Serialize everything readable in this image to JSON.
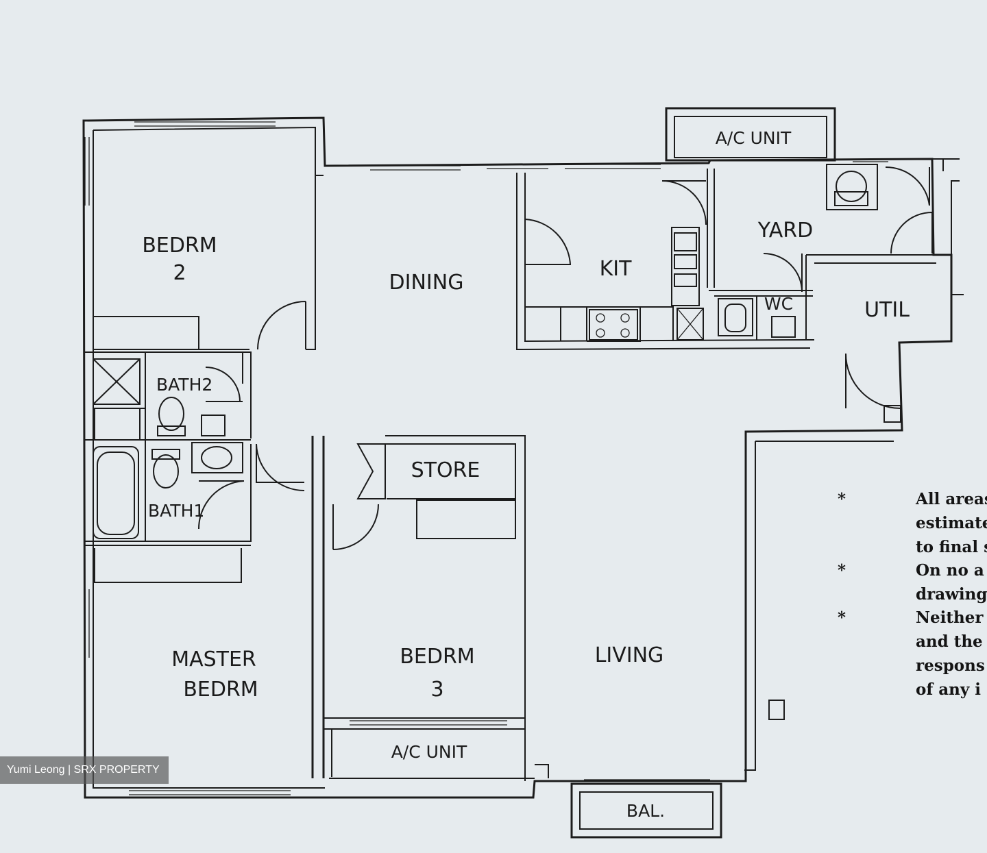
{
  "rooms": {
    "bedroom2": [
      "BEDRM",
      "2"
    ],
    "dining": "DINING",
    "kitchen": "KIT",
    "yard": "YARD",
    "wc": "WC",
    "utility": "UTIL",
    "ac_unit_top": "A/C UNIT",
    "bath2": "BATH2",
    "bath1": "BATH1",
    "store": "STORE",
    "master_bedroom": [
      "MASTER",
      "BEDRM"
    ],
    "bedroom3": [
      "BEDRM",
      "3"
    ],
    "living": "LIVING",
    "ac_unit_bottom": "A/C UNIT",
    "balcony": "BAL."
  },
  "notes": [
    {
      "bullet": "*",
      "lines": [
        "All areas",
        "estimate",
        "to final s"
      ]
    },
    {
      "bullet": "*",
      "lines": [
        "On no a",
        "drawing"
      ]
    },
    {
      "bullet": "*",
      "lines": [
        "Neither",
        "and the",
        "respons",
        "of any i"
      ]
    }
  ],
  "watermark": "Yumi Leong | SRX PROPERTY"
}
